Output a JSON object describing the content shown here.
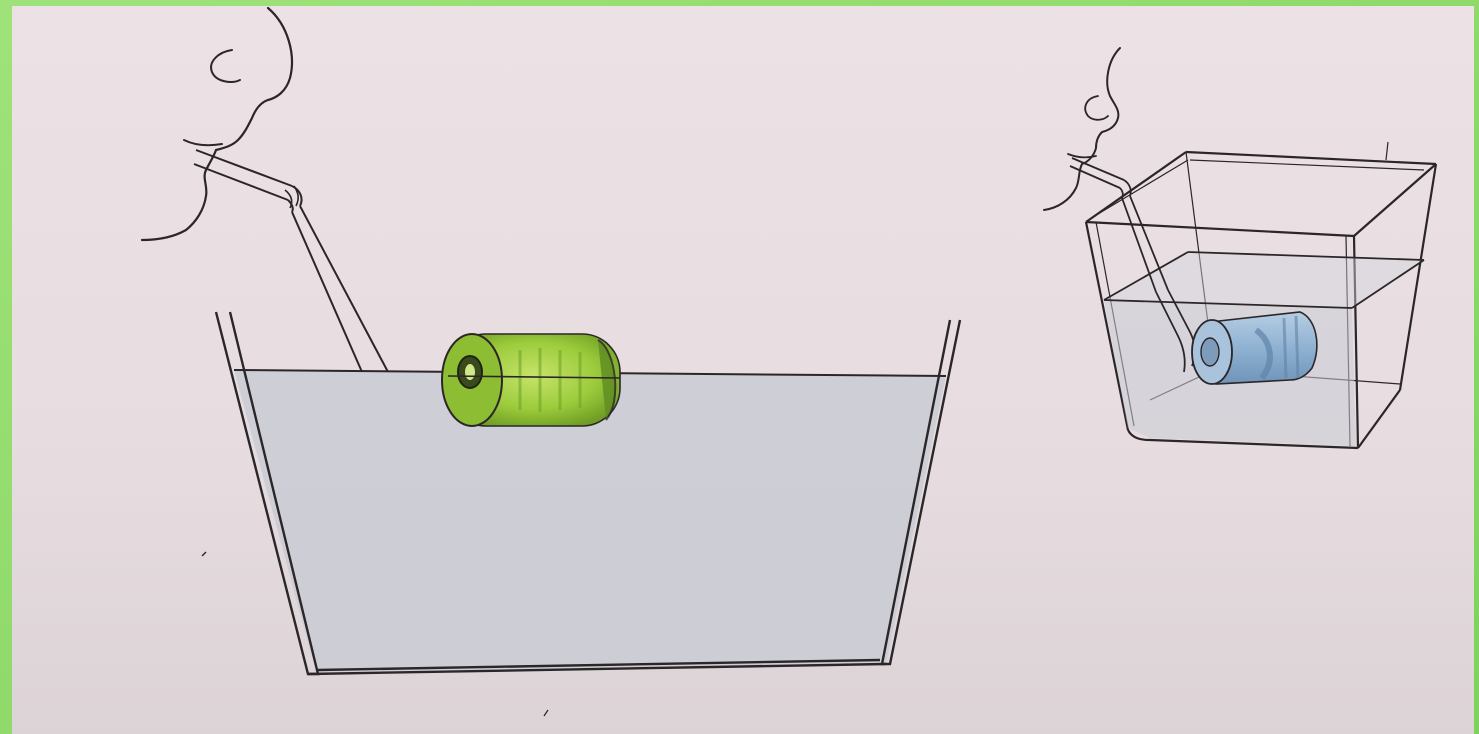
{
  "colors": {
    "frame_green": "#8fdc6a",
    "paper": "#eadfe3",
    "ink": "#2b2628",
    "water": "#c9cbd3",
    "can_green": "#8dc43a",
    "can_blue": "#8fb2d2"
  },
  "panels": [
    {
      "name": "left-panel",
      "objects": [
        "face-profile",
        "straw",
        "wide-basin",
        "water",
        "floating-can"
      ]
    },
    {
      "name": "right-panel",
      "objects": [
        "face-profile",
        "straw",
        "glass-tank",
        "water",
        "submerged-can"
      ]
    }
  ]
}
